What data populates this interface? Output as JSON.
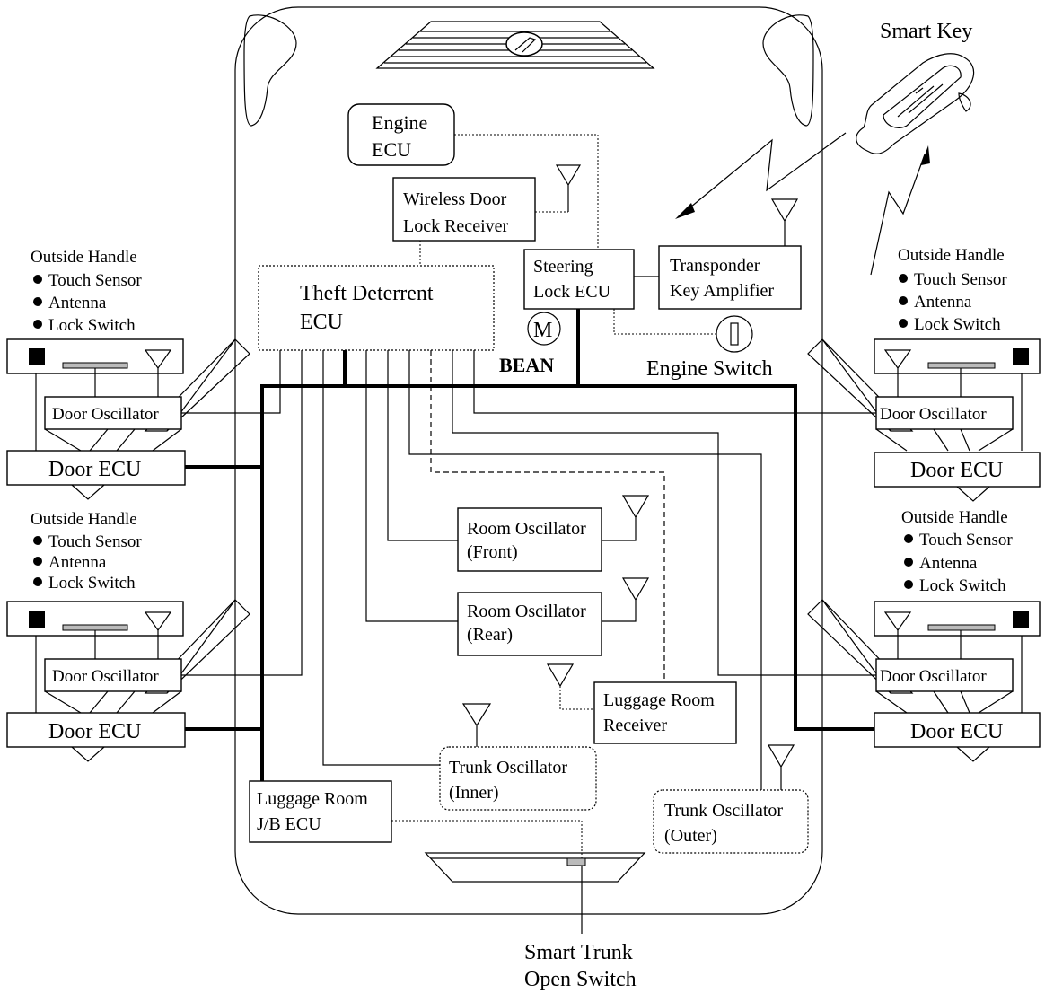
{
  "labels": {
    "smart_key": "Smart Key",
    "engine_ecu_1": "Engine",
    "engine_ecu_2": "ECU",
    "wireless_1": "Wireless Door",
    "wireless_2": "Lock Receiver",
    "theft_1": "Theft Deterrent",
    "theft_2": "ECU",
    "steering_1": "Steering",
    "steering_2": "Lock ECU",
    "transponder_1": "Transponder",
    "transponder_2": "Key Amplifier",
    "motor": "M",
    "bean": "BEAN",
    "engine_switch": "Engine Switch",
    "room_front_1": "Room Oscillator",
    "room_front_2": "(Front)",
    "room_rear_1": "Room Oscillator",
    "room_rear_2": "(Rear)",
    "luggage_recv_1": "Luggage Room",
    "luggage_recv_2": "Receiver",
    "trunk_inner_1": "Trunk Oscillator",
    "trunk_inner_2": "(Inner)",
    "trunk_outer_1": "Trunk Oscillator",
    "trunk_outer_2": "(Outer)",
    "luggage_jb_1": "Luggage Room",
    "luggage_jb_2": "J/B ECU",
    "trunk_switch_1": "Smart Trunk",
    "trunk_switch_2": "Open Switch"
  },
  "handle": {
    "title": "Outside Handle",
    "items": [
      "Touch Sensor",
      "Antenna",
      "Lock Switch"
    ]
  },
  "door": {
    "oscillator": "Door Oscillator",
    "ecu": "Door ECU"
  }
}
